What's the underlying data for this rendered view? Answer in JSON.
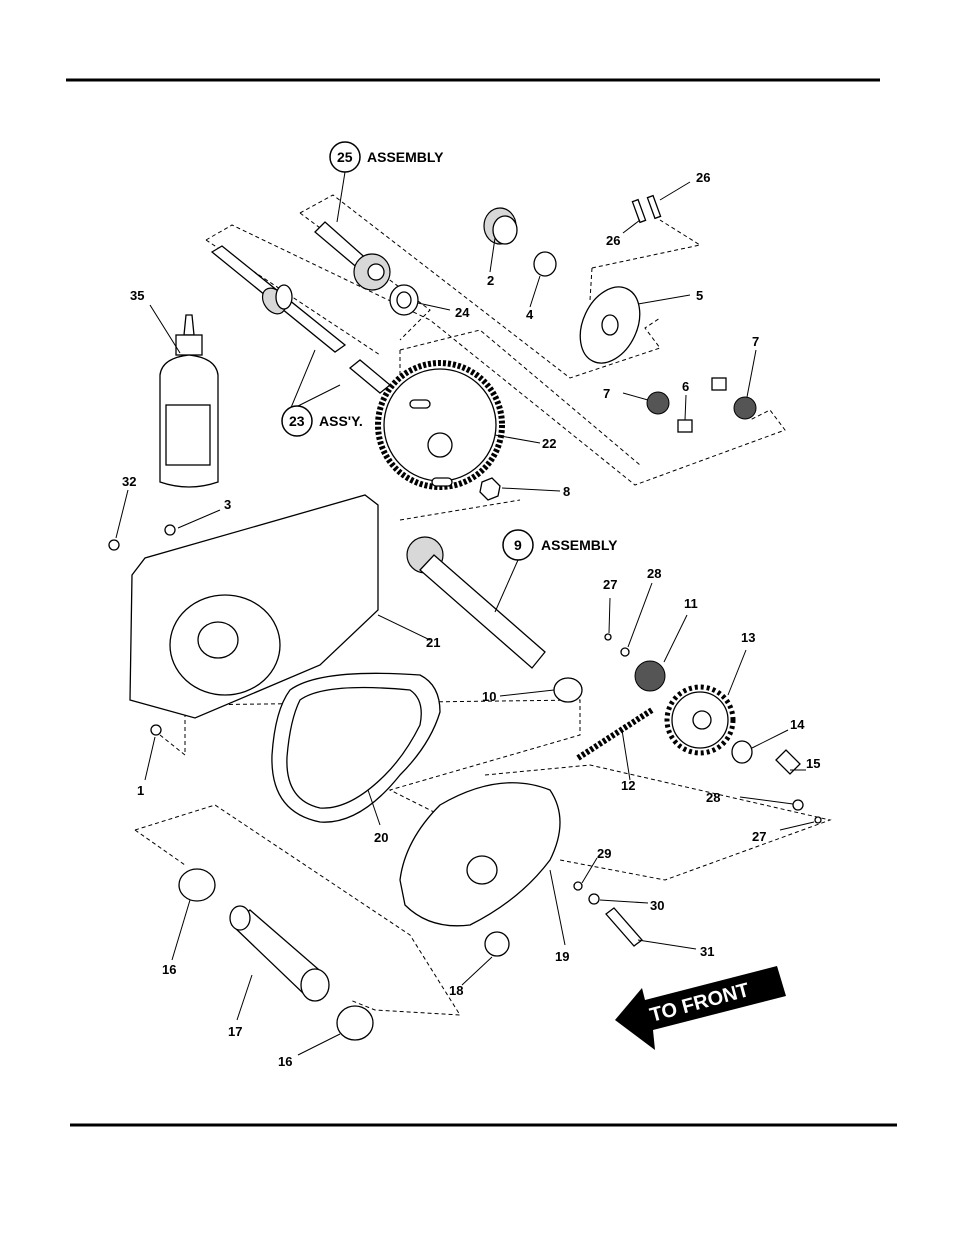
{
  "diagram": {
    "callouts": [
      {
        "id": "25",
        "suffix": "ASSEMBLY"
      },
      {
        "id": "23",
        "suffix": "ASS'Y."
      },
      {
        "id": "9",
        "suffix": "ASSEMBLY"
      }
    ],
    "labels": {
      "n1": "1",
      "n2": "2",
      "n3": "3",
      "n4": "4",
      "n5": "5",
      "n6": "6",
      "n7a": "7",
      "n7b": "7",
      "n8": "8",
      "n10": "10",
      "n11": "11",
      "n12": "12",
      "n13": "13",
      "n14": "14",
      "n15": "15",
      "n16a": "16",
      "n16b": "16",
      "n17": "17",
      "n18": "18",
      "n19": "19",
      "n20": "20",
      "n21": "21",
      "n22": "22",
      "n24": "24",
      "n26a": "26",
      "n26b": "26",
      "n27a": "27",
      "n27b": "27",
      "n28a": "28",
      "n28b": "28",
      "n29": "29",
      "n30": "30",
      "n31": "31",
      "n32": "32",
      "n35": "35"
    },
    "arrow_text": "TO FRONT"
  }
}
